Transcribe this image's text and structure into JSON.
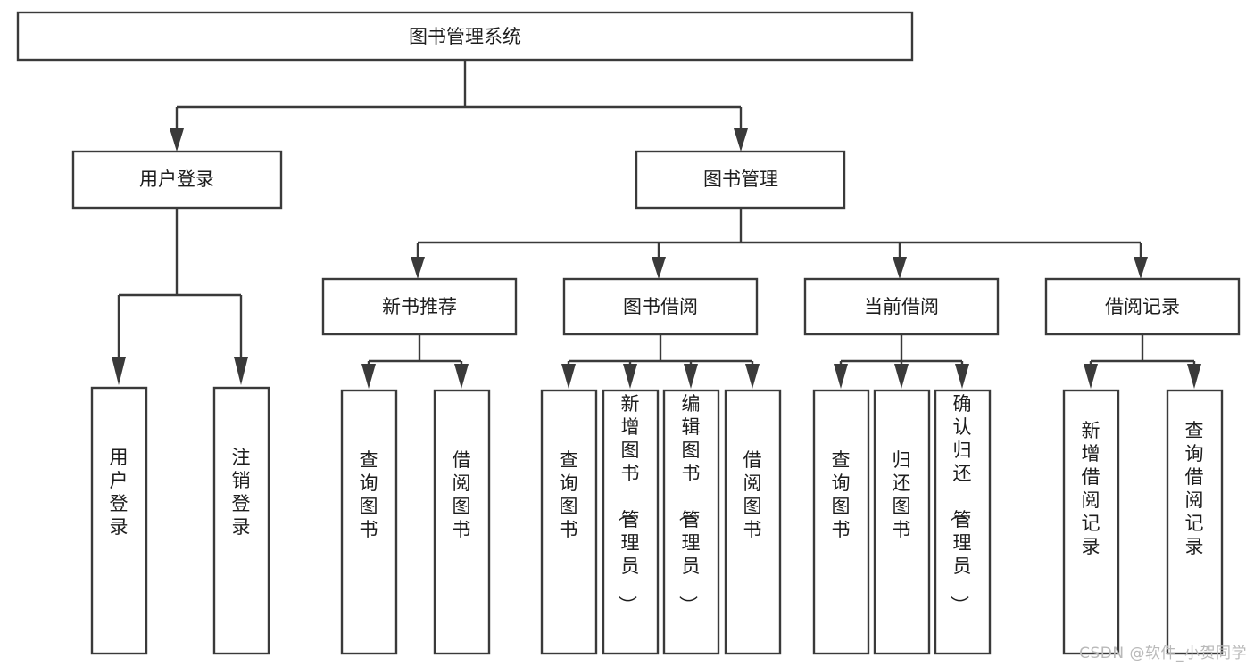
{
  "diagram": {
    "title": "图书管理系统",
    "type": "tree-hierarchy-chart",
    "orientation": "top-down",
    "background_color": "#ffffff",
    "line_color": "#3a3a3a",
    "box_fill": "#ffffff",
    "text_color": "#1d1d1d"
  },
  "root": {
    "label": "图书管理系统"
  },
  "level2": [
    {
      "label": "用户登录"
    },
    {
      "label": "图书管理"
    }
  ],
  "level3": [
    {
      "label": "新书推荐"
    },
    {
      "label": "图书借阅"
    },
    {
      "label": "当前借阅"
    },
    {
      "label": "借阅记录"
    }
  ],
  "leaves": {
    "user_login": [
      {
        "label": "用户登录"
      },
      {
        "label": "注销登录"
      }
    ],
    "new_book_recommend": [
      {
        "label": "查询图书"
      },
      {
        "label": "借阅图书"
      }
    ],
    "book_borrow": [
      {
        "label": "查询图书"
      },
      {
        "label": "新增图书（管理员）"
      },
      {
        "label": "编辑图书（管理员）"
      },
      {
        "label": "借阅图书"
      }
    ],
    "current_borrow": [
      {
        "label": "查询图书"
      },
      {
        "label": "归还图书"
      },
      {
        "label": "确认归还（管理员）"
      }
    ],
    "borrow_record": [
      {
        "label": "新增借阅记录"
      },
      {
        "label": "查询借阅记录"
      }
    ]
  },
  "watermark": {
    "text": "CSDN @软件_小贺同学",
    "color": "#b9b9b9"
  }
}
